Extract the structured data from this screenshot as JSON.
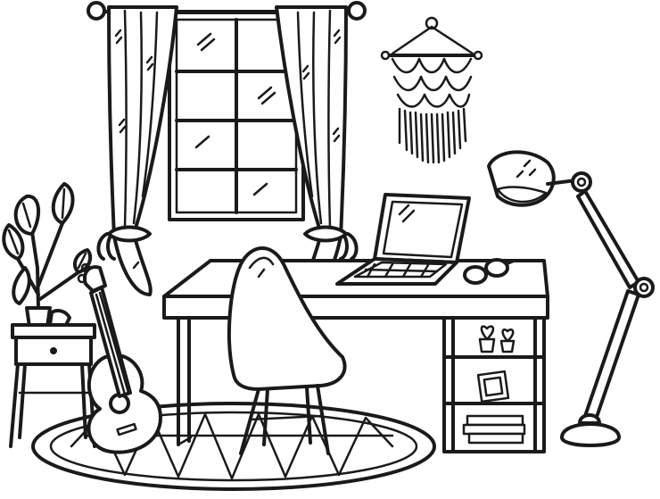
{
  "scene": {
    "style": "black-and-white line-art illustration",
    "palette": {
      "ink": "#1a1a1a",
      "paper": "#ffffff"
    },
    "objects": [
      "window",
      "curtain-left",
      "curtain-right",
      "curtain-rod",
      "macrame-wall-hanging",
      "potted-plant",
      "side-table",
      "ukulele",
      "desk",
      "laptop",
      "eyeglasses",
      "chair",
      "shelf-unit",
      "desk-lamp",
      "round-rug"
    ]
  }
}
